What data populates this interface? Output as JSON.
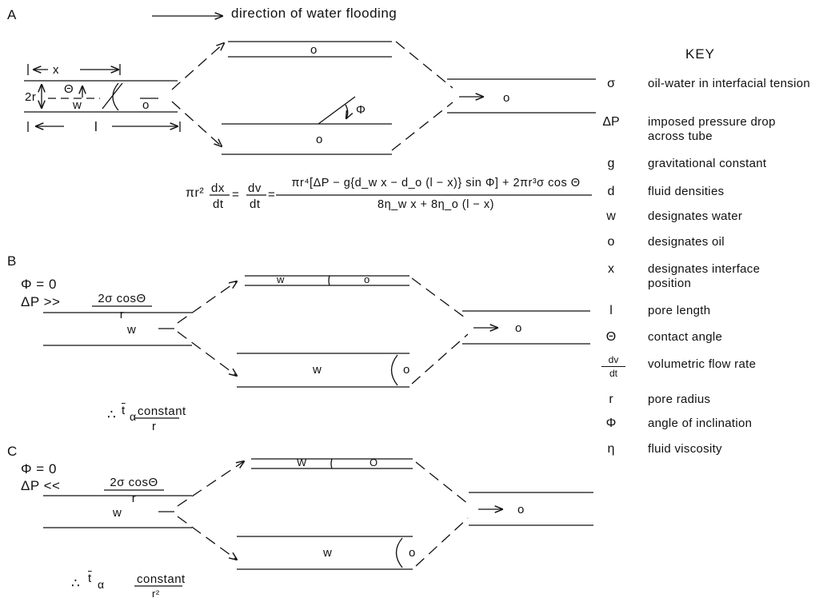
{
  "header": {
    "flow_direction": "direction of water flooding"
  },
  "panelA": {
    "label": "A",
    "dim_x": "x",
    "dim_2r": "2r",
    "theta": "Θ",
    "dim_l": "l",
    "fluid_w": "w",
    "fluid_o": "o",
    "upper_o": "o",
    "lower_o": "o",
    "out_o": "o",
    "phi": "Φ",
    "equation": {
      "lhs": "πr²",
      "dx": "dx",
      "dt1": "dt",
      "dv": "dv",
      "dt2": "dt",
      "numerator": "πr⁴[ΔP − g{d_w x − d_o (l − x)} sin Φ] + 2πr³σ cos Θ",
      "denominator": "8η_w x + 8η_o (l − x)"
    }
  },
  "panelB": {
    "label": "B",
    "cond_phi": "Φ = 0",
    "cond_p": "ΔP >>",
    "frac_num": "2σ cosΘ",
    "frac_den": "r",
    "inlet_w": "w",
    "upper_w": "w",
    "upper_o": "o",
    "lower_w": "w",
    "lower_o": "o",
    "out_o": "o",
    "result_prefix": "∴",
    "result_t": "t",
    "result_alpha": "α",
    "result_num": "constant",
    "result_den": "r"
  },
  "panelC": {
    "label": "C",
    "cond_phi": "Φ = 0",
    "cond_p": "ΔP <<",
    "frac_num": "2σ cosΘ",
    "frac_den": "r",
    "inlet_w": "w",
    "upper_w": "W",
    "upper_o": "O",
    "lower_w": "w",
    "lower_o": "o",
    "out_o": "o",
    "result_prefix": "∴",
    "result_t": "t",
    "result_alpha": "α",
    "result_num": "constant",
    "result_den": "r²"
  },
  "key": {
    "title": "KEY",
    "items": [
      {
        "symbol": "σ",
        "text": "oil-water in interfacial tension"
      },
      {
        "symbol": "ΔP",
        "text": "imposed pressure drop across tube"
      },
      {
        "symbol": "g",
        "text": "gravitational constant"
      },
      {
        "symbol": "d",
        "text": "fluid densities"
      },
      {
        "symbol": "w",
        "text": "designates water"
      },
      {
        "symbol": "o",
        "text": "designates oil"
      },
      {
        "symbol": "x",
        "text": "designates interface position"
      },
      {
        "symbol": "l",
        "text": "pore length"
      },
      {
        "symbol": "Θ",
        "text": "contact angle"
      },
      {
        "symbol": "dv/dt",
        "text": "volumetric flow rate"
      },
      {
        "symbol": "r",
        "text": "pore radius"
      },
      {
        "symbol": "Φ",
        "text": "angle of inclination"
      },
      {
        "symbol": "η",
        "text": "fluid viscosity"
      }
    ]
  }
}
